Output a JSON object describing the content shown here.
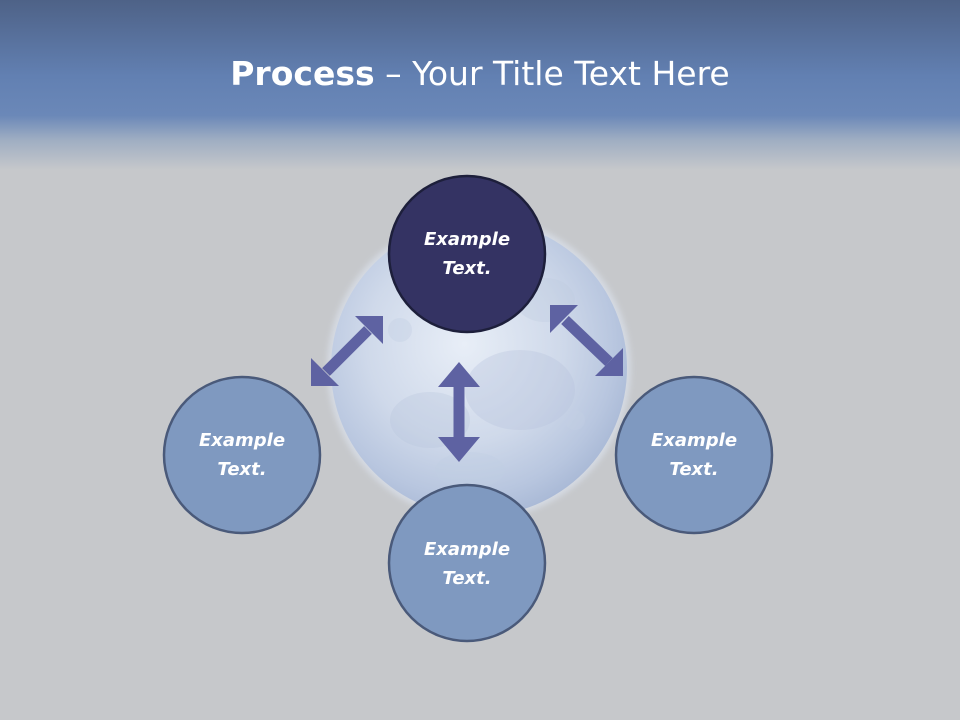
{
  "title": {
    "strong": "Process",
    "separator": " – ",
    "rest": "Your Title Text Here"
  },
  "colors": {
    "header": "#6280b2",
    "background": "#c6c8cb",
    "node_dark": "#343363",
    "node_light": "#7f99c0",
    "node_border": "#4a5a7a",
    "arrow": "#5e62a2"
  },
  "nodes": [
    {
      "id": "top",
      "label_line1": "Example",
      "label_line2": "Text."
    },
    {
      "id": "left",
      "label_line1": "Example",
      "label_line2": "Text."
    },
    {
      "id": "right",
      "label_line1": "Example",
      "label_line2": "Text."
    },
    {
      "id": "bottom",
      "label_line1": "Example",
      "label_line2": "Text."
    }
  ],
  "background_image": "moon"
}
